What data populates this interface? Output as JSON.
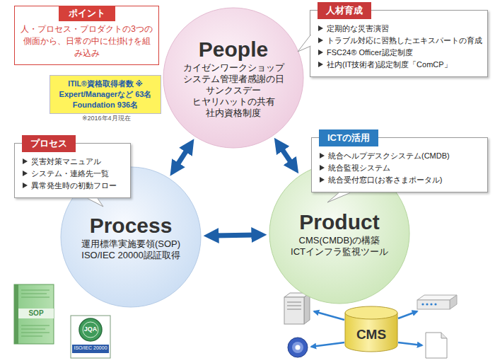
{
  "diagram": {
    "nodes": [
      {
        "text": [
          "ポイント",
          "人・プロセス・プロダクトの3つの側面から、日常の中に仕掛けを組み込み"
        ]
      },
      {
        "text": [
          "People",
          "カイゼンワークショップ システム管理者感謝の日 サンクスデー ヒヤリハットの共有 社内資格制度"
        ]
      },
      {
        "text": [
          "人材育成",
          "定期的な災害演習",
          "トラブル対応に習熟したエキスパートの育成",
          "FSC24® Officer認定制度",
          "社内(IT技術者)認定制度「ComCP」"
        ]
      },
      {
        "text": [
          "ITIL®資格取得者数 ※",
          "Expert/Managerなど 63名",
          "Foundation 936名"
        ]
      },
      {
        "text": [
          "Process",
          "運用標準実施要領(SOP) ISO/IEC 20000認証取得"
        ]
      },
      {
        "text": [
          "プロセス",
          "災害対策マニュアル",
          "システム・連絡先一覧",
          "異常発生時の初動フロー"
        ]
      },
      {
        "text": [
          "Product",
          "CMS(CMDB)の構築 ICTインフラ監視ツール"
        ]
      },
      {
        "text": [
          "ICTの活用",
          "統合ヘルプデスクシステム(CMDB)",
          "統合監視システム",
          "統合受付窓口(お客さまポータル)"
        ]
      },
      {
        "text": [
          "CMS"
        ]
      }
    ],
    "edges": [
      {
        "from": 1,
        "to": 4,
        "arrow": "both"
      },
      {
        "from": 1,
        "to": 6,
        "arrow": "both"
      },
      {
        "from": 4,
        "to": 6,
        "arrow": "both"
      }
    ],
    "labels": [
      "※2016年4月現在",
      "SOP",
      "JQA",
      "ISO/IEC 20000"
    ]
  }
}
